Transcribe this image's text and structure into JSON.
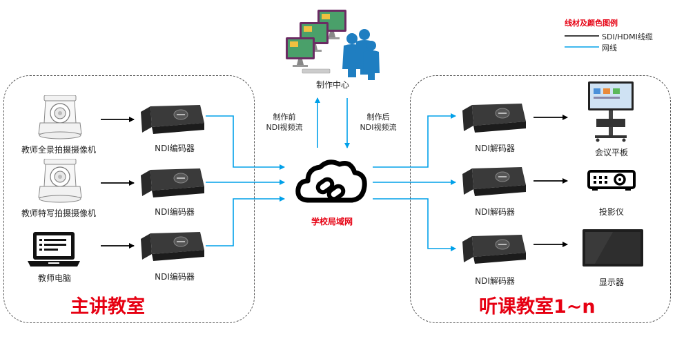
{
  "legend": {
    "title": "线材及颜色图例",
    "items": [
      {
        "label": "SDI/HDMI线缆",
        "color": "#000000"
      },
      {
        "label": "网线",
        "color": "#00a0e9"
      }
    ]
  },
  "production_center": {
    "label": "制作中心"
  },
  "network": {
    "label": "学校局域网",
    "label_color": "#e60012"
  },
  "arrows": {
    "pre": "制作前\nNDI视频流",
    "post": "制作后\nNDI视频流"
  },
  "main_room": {
    "title": "主讲教室",
    "sources": [
      {
        "label": "教师全景拍摄摄像机",
        "icon": "ptz-camera-icon"
      },
      {
        "label": "教师特写拍摄摄像机",
        "icon": "ptz-camera-icon"
      },
      {
        "label": "教师电脑",
        "icon": "laptop-icon"
      }
    ],
    "encoders": [
      {
        "label": "NDI编码器"
      },
      {
        "label": "NDI编码器"
      },
      {
        "label": "NDI编码器"
      }
    ]
  },
  "listen_room": {
    "title": "听课教室1~n",
    "decoders": [
      {
        "label": "NDI解码器"
      },
      {
        "label": "NDI解码器"
      },
      {
        "label": "NDI解码器"
      }
    ],
    "outputs": [
      {
        "label": "会议平板",
        "icon": "interactive-panel-icon"
      },
      {
        "label": "投影仪",
        "icon": "projector-icon"
      },
      {
        "label": "显示器",
        "icon": "monitor-icon"
      }
    ]
  },
  "colors": {
    "cable_black": "#000000",
    "network_blue": "#00a0e9",
    "title_red": "#e60012"
  }
}
